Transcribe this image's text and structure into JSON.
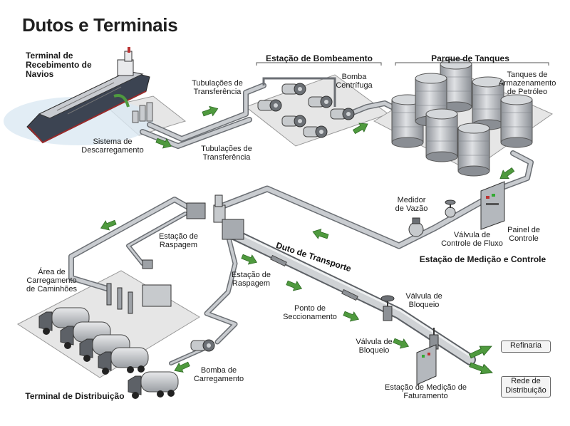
{
  "title": "Dutos e Terminais",
  "sections": {
    "ship_terminal": "Terminal de Recebimento de Navios",
    "pump_station": "Estação de Bombeamento",
    "tank_farm": "Parque de Tanques",
    "metering_station": "Estação de Medição e Controle",
    "distribution_terminal": "Terminal de Distribuição"
  },
  "labels": {
    "unloading_system": "Sistema de Descarregamento",
    "transfer_pipes_1": "Tubulações de Transferência",
    "transfer_pipes_2": "Tubulações de Transferência",
    "centrifugal_pump": "Bomba Centrífuga",
    "storage_tanks": "Tanques de Armazenamento de Petróleo",
    "flow_meter": "Medidor de Vazão",
    "flow_control_valve": "Válvula de Controle de Fluxo",
    "control_panel": "Painel de Controle",
    "pig_station_1": "Estação de Raspagem",
    "pig_station_2": "Estação de Raspagem",
    "transport_pipeline": "Duto de Transporte",
    "sectioning_point": "Ponto de Seccionamento",
    "block_valve_1": "Válvula de Bloqueio",
    "block_valve_2": "Válvula de Bloqueio",
    "billing_station": "Estação de Medição de Faturamento",
    "truck_loading_area": "Área de Carregamento de Caminhões",
    "loading_pump": "Bomba de Carregamento"
  },
  "destinations": {
    "refinery": "Refinaria",
    "distribution_network": "Rede de Distribuição"
  },
  "colors": {
    "pipe": "#c9ccd0",
    "pipe_edge": "#6b6f74",
    "flow_arrow": "#4f9a3e",
    "platform": "#e4e4e4",
    "ship_hull": "#3c4452",
    "tank": "#b9bdc2"
  }
}
